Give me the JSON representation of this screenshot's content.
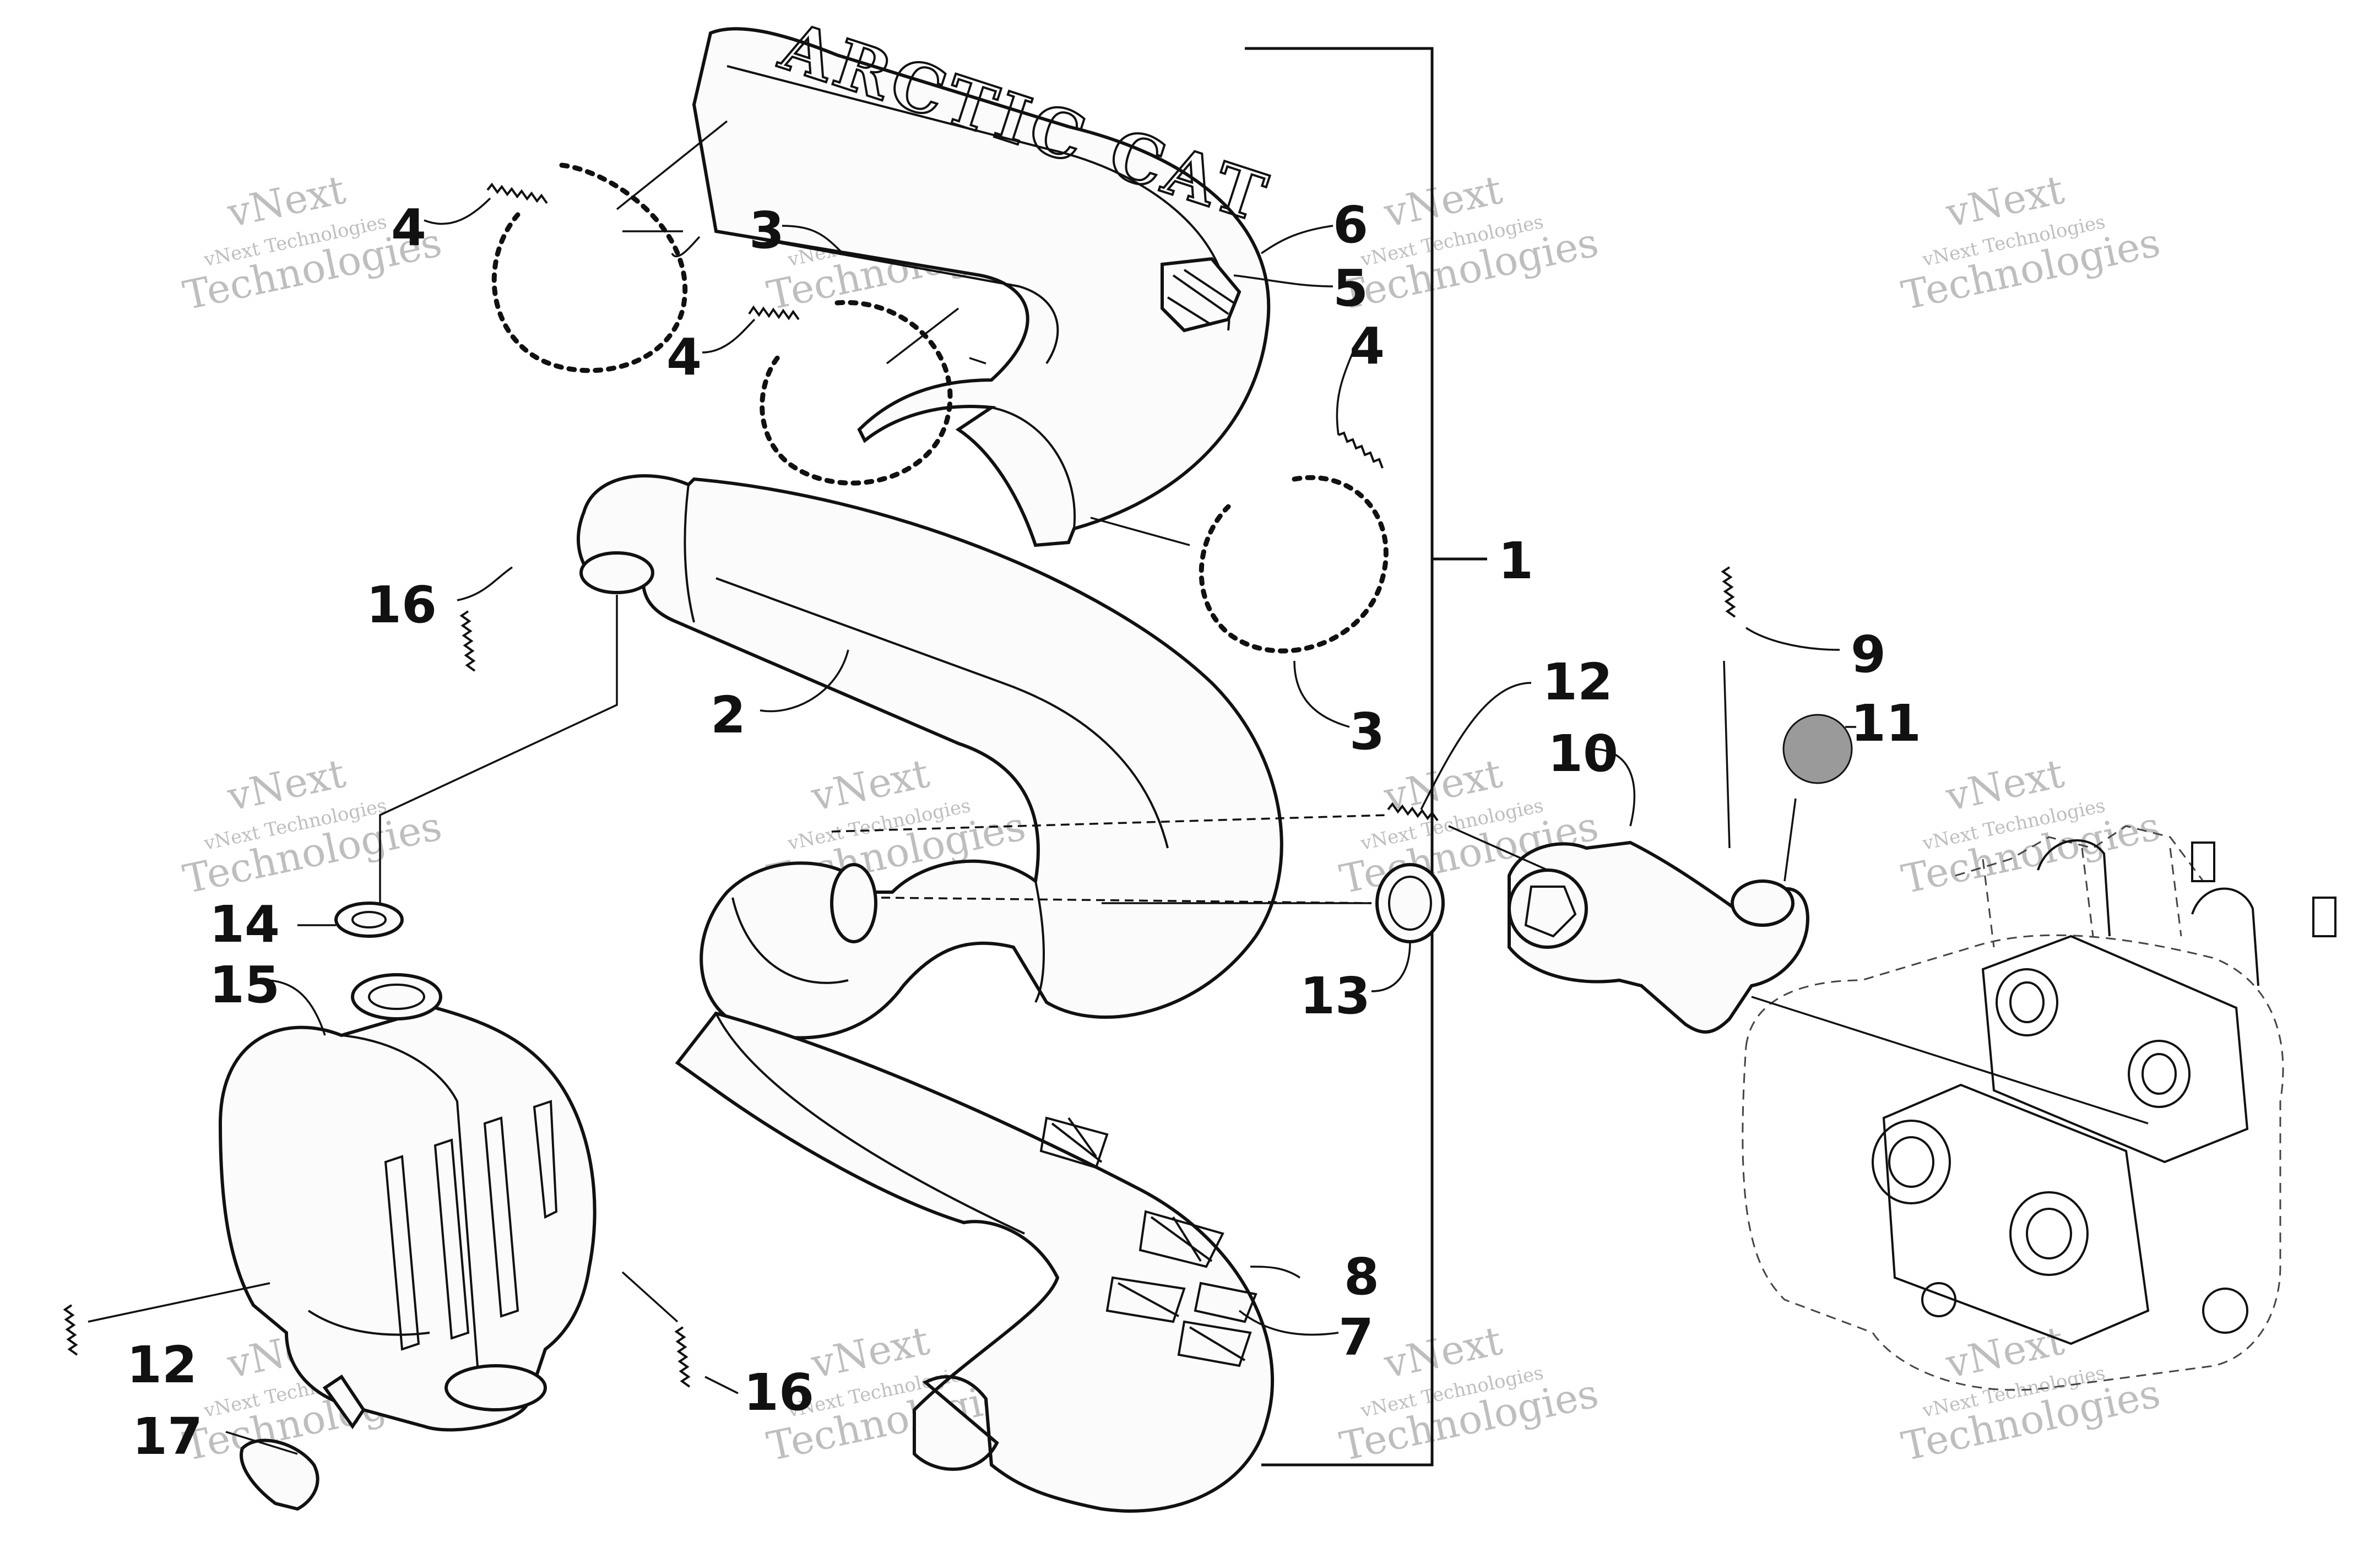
{
  "diagram": {
    "muffler_logo_text": "ARCTIC CAT",
    "callouts": [
      {
        "id": "c1",
        "label": "1"
      },
      {
        "id": "c2",
        "label": "2"
      },
      {
        "id": "c3a",
        "label": "3"
      },
      {
        "id": "c3b",
        "label": "3"
      },
      {
        "id": "c4a",
        "label": "4"
      },
      {
        "id": "c4b",
        "label": "4"
      },
      {
        "id": "c4c",
        "label": "4"
      },
      {
        "id": "c5",
        "label": "5"
      },
      {
        "id": "c6",
        "label": "6"
      },
      {
        "id": "c7",
        "label": "7"
      },
      {
        "id": "c8",
        "label": "8"
      },
      {
        "id": "c9",
        "label": "9"
      },
      {
        "id": "c10",
        "label": "10"
      },
      {
        "id": "c11",
        "label": "11"
      },
      {
        "id": "c12a",
        "label": "12"
      },
      {
        "id": "c12b",
        "label": "12"
      },
      {
        "id": "c13",
        "label": "13"
      },
      {
        "id": "c14",
        "label": "14"
      },
      {
        "id": "c15",
        "label": "15"
      },
      {
        "id": "c16a",
        "label": "16"
      },
      {
        "id": "c16b",
        "label": "16"
      },
      {
        "id": "c17",
        "label": "17"
      }
    ],
    "watermark": {
      "line1": "vNext Technologies",
      "line2": "vNext",
      "line3": "Technologies"
    },
    "colors": {
      "ink": "#111111",
      "watermark": "#8a8a8a",
      "grommet_fill": "#9a9a9a"
    }
  }
}
